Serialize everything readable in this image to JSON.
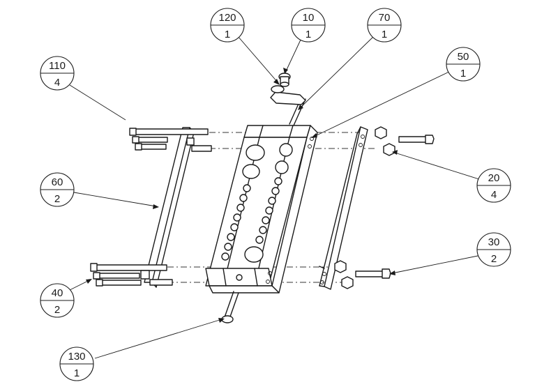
{
  "balloons": [
    {
      "id": "b120",
      "item": "120",
      "qty": "1"
    },
    {
      "id": "b10",
      "item": "10",
      "qty": "1"
    },
    {
      "id": "b70",
      "item": "70",
      "qty": "1"
    },
    {
      "id": "b50",
      "item": "50",
      "qty": "1"
    },
    {
      "id": "b110",
      "item": "110",
      "qty": "4"
    },
    {
      "id": "b20",
      "item": "20",
      "qty": "4"
    },
    {
      "id": "b60",
      "item": "60",
      "qty": "2"
    },
    {
      "id": "b30",
      "item": "30",
      "qty": "2"
    },
    {
      "id": "b40",
      "item": "40",
      "qty": "2"
    },
    {
      "id": "b130",
      "item": "130",
      "qty": "1"
    }
  ]
}
